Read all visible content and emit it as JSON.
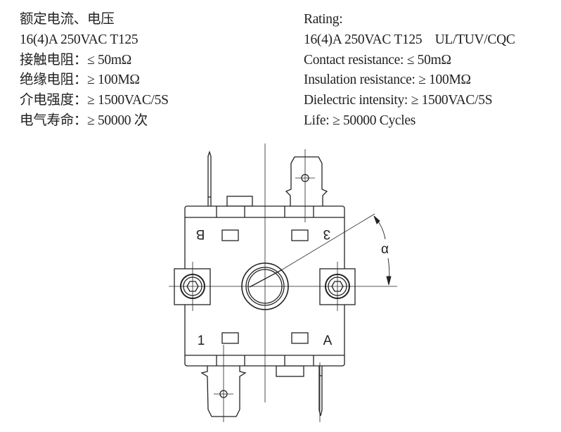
{
  "specs_cn": {
    "title": "额定电流、电压",
    "rating": "16(4)A 250VAC T125",
    "contact_resistance": "接触电阻：≤ 50mΩ",
    "insulation_resistance": "绝缘电阻：≥ 100MΩ",
    "dielectric": "介电强度：≥ 1500VAC/5S",
    "life": "电气寿命：≥ 50000 次"
  },
  "specs_en": {
    "title": "Rating:",
    "rating": "16(4)A 250VAC T125    UL/TUV/CQC",
    "contact_resistance": "Contact resistance: ≤ 50mΩ",
    "insulation_resistance": "Insulation resistance: ≥ 100MΩ",
    "dielectric": "Dielectric intensity: ≥ 1500VAC/5S",
    "life": "Life: ≥ 50000 Cycles"
  },
  "diagram": {
    "terminal_labels": {
      "top_left": "B",
      "top_right": "3",
      "bottom_left": "1",
      "bottom_right": "A"
    },
    "angle_label": "α"
  }
}
